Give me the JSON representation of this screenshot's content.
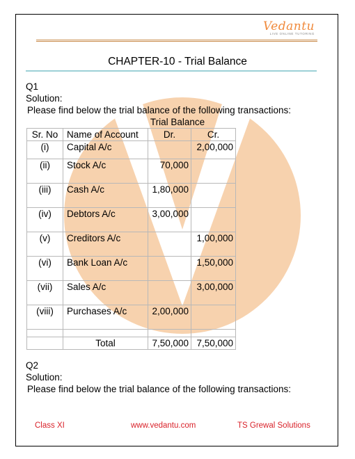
{
  "header": {
    "brand": "Vedantu",
    "tagline": "LIVE ONLINE TUTORING"
  },
  "chapter_title": "CHAPTER-10 - Trial Balance",
  "q1": {
    "label": "Q1",
    "solution_label": "Solution:",
    "intro": "Please find below the trial balance of the following transactions:",
    "table_caption": "Trial Balance",
    "columns": [
      "Sr. No",
      "Name of Account",
      "Dr.",
      "Cr."
    ],
    "rows": [
      {
        "sr": "(i)",
        "name": "Capital A/c",
        "dr": "",
        "cr": "2,00,000"
      },
      {
        "sr": "(ii)",
        "name": "Stock A/c",
        "dr": "70,000",
        "cr": ""
      },
      {
        "sr": "(iii)",
        "name": "Cash A/c",
        "dr": "1,80,000",
        "cr": ""
      },
      {
        "sr": "(iv)",
        "name": "Debtors A/c",
        "dr": "3,00,000",
        "cr": ""
      },
      {
        "sr": "(v)",
        "name": "Creditors A/c",
        "dr": "",
        "cr": "1,00,000"
      },
      {
        "sr": "(vi)",
        "name": "Bank Loan A/c",
        "dr": "",
        "cr": "1,50,000"
      },
      {
        "sr": "(vii)",
        "name": "Sales A/c",
        "dr": "",
        "cr": "3,00,000"
      },
      {
        "sr": "(viii)",
        "name": "Purchases A/c",
        "dr": "2,00,000",
        "cr": ""
      }
    ],
    "total": {
      "label": "Total",
      "dr": "7,50,000",
      "cr": "7,50,000"
    }
  },
  "q2": {
    "label": "Q2",
    "solution_label": "Solution:",
    "intro": "Please find below the trial balance of the following transactions:"
  },
  "footer": {
    "left": "Class XI",
    "center": "www.vedantu.com",
    "right": "TS Grewal Solutions"
  },
  "colors": {
    "brand_orange": "#f08a3c",
    "footer_red": "#d9222a",
    "title_rule": "#9cd0d6",
    "watermark": "#f6c9a0"
  }
}
